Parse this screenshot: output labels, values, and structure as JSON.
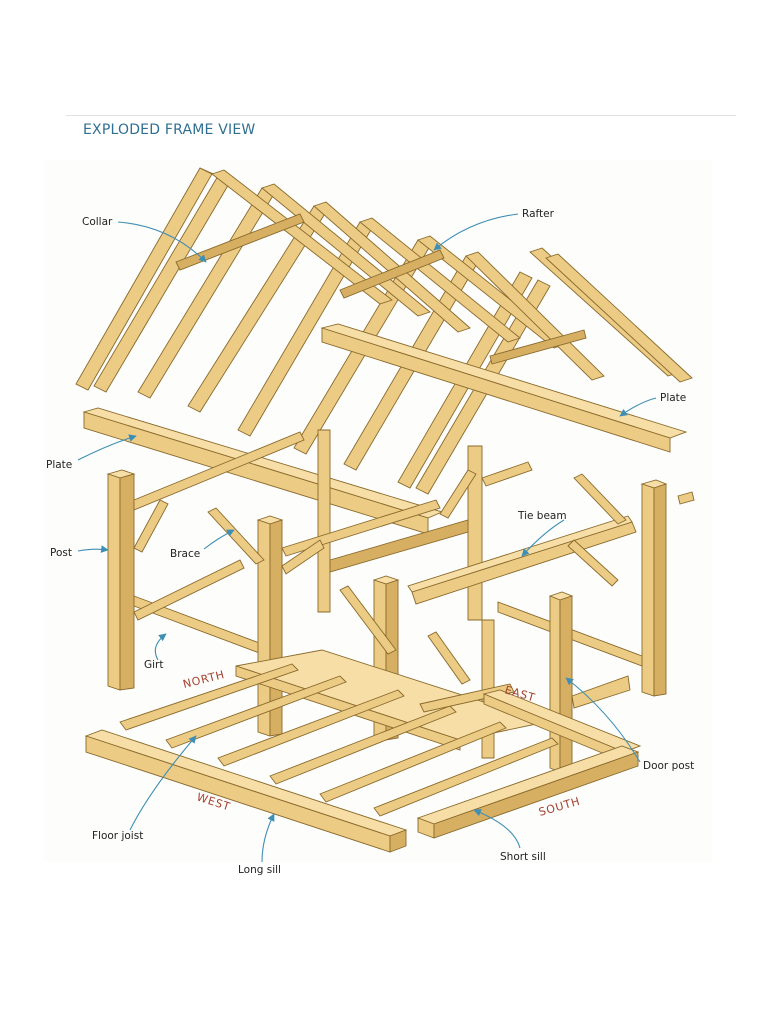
{
  "title": "EXPLODED FRAME VIEW",
  "labels": {
    "collar": "Collar",
    "rafter": "Rafter",
    "plate_right": "Plate",
    "plate_left": "Plate",
    "tie_beam": "Tie beam",
    "post": "Post",
    "brace": "Brace",
    "girt": "Girt",
    "door_post": "Door post",
    "floor_joist": "Floor joist",
    "long_sill": "Long sill",
    "short_sill": "Short sill"
  },
  "directions": {
    "north": "NORTH",
    "east": "EAST",
    "west": "WEST",
    "south": "SOUTH"
  },
  "colors": {
    "title": "#2f6f91",
    "leader": "#3f8fb5",
    "direction": "#a3402e",
    "timber": "#eccb85",
    "timber_edge": "#8a6a2c"
  }
}
